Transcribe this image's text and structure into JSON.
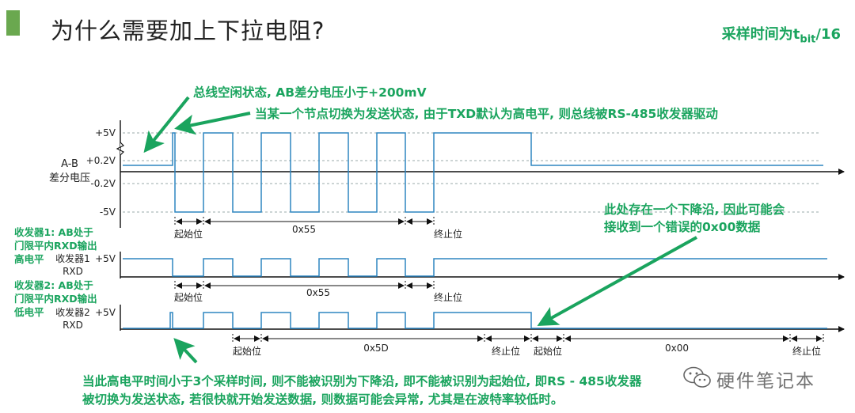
{
  "header": {
    "title": "为什么需要加上下拉电阻?",
    "rate_main": "采样时间为t",
    "rate_sub": "bit",
    "rate_tail": "/16"
  },
  "colors": {
    "accent": "#6aa84f",
    "annotation": "#1aa45e",
    "signal": "#2e86c1",
    "axis": "#111111"
  },
  "signals": {
    "ab": {
      "label_line1": "A-B",
      "label_line2": "差分电压",
      "v_pos5": "+5V",
      "v_pos02": "+0.2V",
      "v_neg02": "-0.2V",
      "v_neg5": "-5V"
    },
    "rx1": {
      "side_label": [
        "收发器1: AB处于",
        "门限平内RXD输出",
        "高电平"
      ],
      "name_line1": "收发器1",
      "name_line2": "RXD",
      "v": "+5V"
    },
    "rx2": {
      "side_label": [
        "收发器2: AB处于",
        "门限平内RXD输出",
        "低电平"
      ],
      "name_line1": "收发器2",
      "name_line2": "RXD",
      "v": "+5V"
    }
  },
  "frames": {
    "ab": {
      "start": "起始位",
      "data": "0x55",
      "stop": "终止位"
    },
    "rx1": {
      "start": "起始位",
      "data": "0x55",
      "stop": "终止位"
    },
    "rx2a": {
      "start": "起始位",
      "data": "0x5D",
      "stop": "终止位"
    },
    "rx2b": {
      "start": "起始位",
      "data": "0x00",
      "stop": "终止位"
    }
  },
  "annotations": {
    "idle": "总线空闲状态, AB差分电压小于+200mV",
    "switch": "当某一个节点切换为发送状态, 由于TXD默认为高电平, 则总线被RS-485收发器驱动",
    "falling_line1": "此处存在一个下降沿, 因此可能会",
    "falling_line2": "接收到一个错误的0x00数据",
    "bottom_line1": "当此高电平时间小于3个采样时间, 则不能被识别为下降沿, 即不能被识别为起始位, 即RS - 485收发器",
    "bottom_line2": "被切换为发送状态, 若很快就开始发送数据, 则数据可能会异常, 尤其是在波特率较低时。"
  },
  "watermark": {
    "icon": "wechat-icon",
    "text": "硬件笔记本"
  }
}
